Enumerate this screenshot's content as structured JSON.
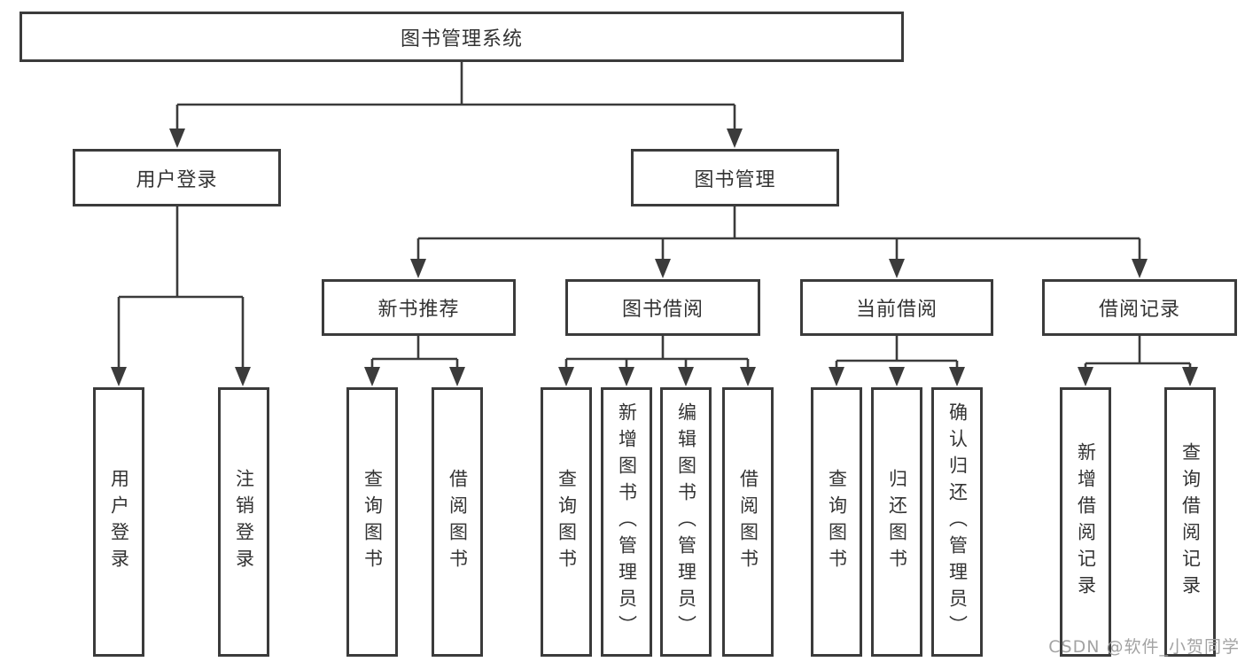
{
  "nodes": {
    "root": "图书管理系统",
    "user_login": "用户登录",
    "book_management": "图书管理",
    "new_book_recommend": "新书推荐",
    "book_borrow": "图书借阅",
    "current_borrow": "当前借阅",
    "borrow_records": "借阅记录",
    "leaf_user_login": "用户登录",
    "leaf_logout": "注销登录",
    "leaf_query_book_rec": "查询图书",
    "leaf_borrow_book_rec": "借阅图书",
    "leaf_query_book_borrow": "查询图书",
    "leaf_add_book_admin": "新增图书（管理员）",
    "leaf_edit_book_admin": "编辑图书（管理员）",
    "leaf_borrow_book": "借阅图书",
    "leaf_query_book_current": "查询图书",
    "leaf_return_book": "归还图书",
    "leaf_confirm_return_admin": "确认归还（管理员）",
    "leaf_add_borrow_record": "新增借阅记录",
    "leaf_query_borrow_record": "查询借阅记录"
  },
  "watermark": "CSDN @软件_小贺同学",
  "colors": {
    "line": "#3b3b3b",
    "box_border": "#3b3b3b",
    "box_fill": "#ffffff",
    "text": "#333333",
    "watermark": "#9e9e9e",
    "background": "#ffffff"
  }
}
